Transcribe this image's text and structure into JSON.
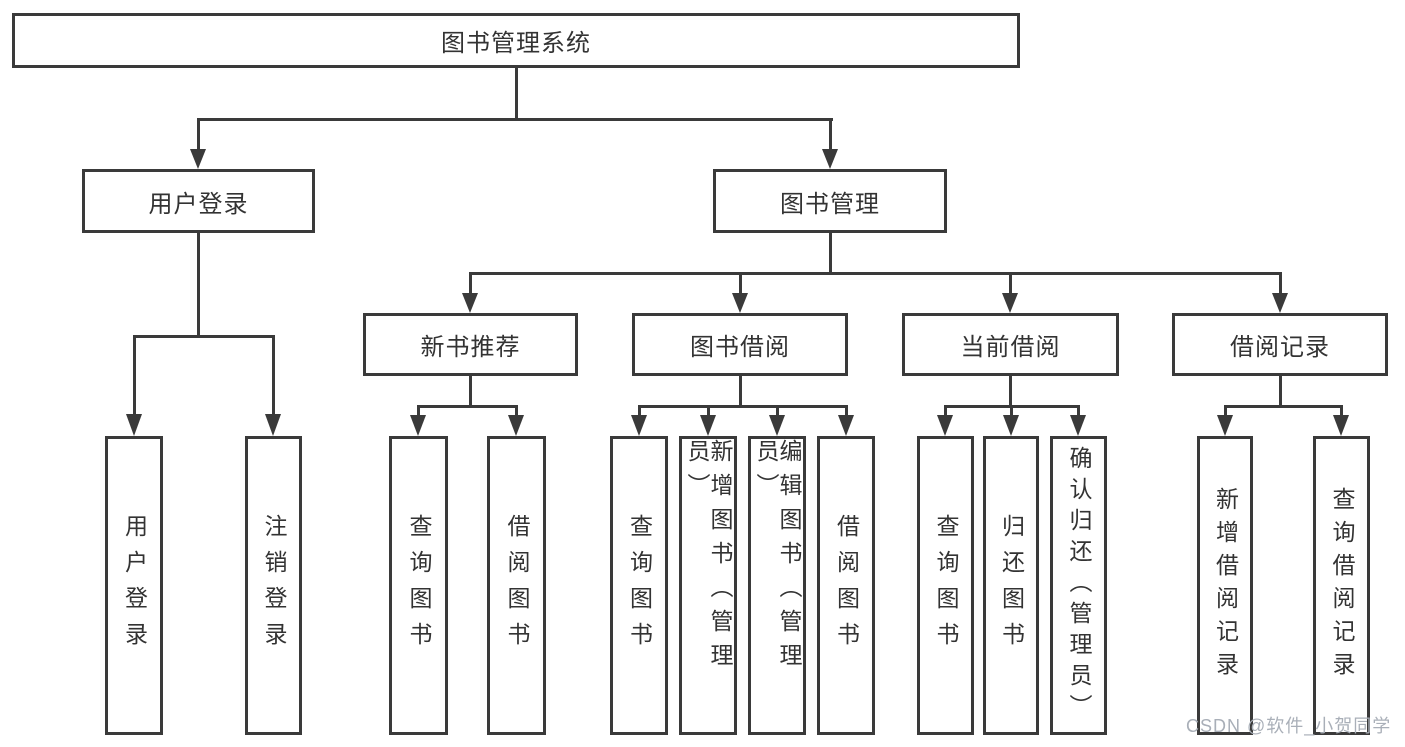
{
  "tree": {
    "root": "图书管理系统",
    "branches": [
      {
        "label": "用户登录",
        "children": [
          {
            "label": "用户登录"
          },
          {
            "label": "注销登录"
          }
        ]
      },
      {
        "label": "图书管理",
        "children": [
          {
            "label": "新书推荐",
            "children": [
              {
                "label": "查询图书"
              },
              {
                "label": "借阅图书"
              }
            ]
          },
          {
            "label": "图书借阅",
            "children": [
              {
                "label": "查询图书"
              },
              {
                "label": "新增图书（管理员）"
              },
              {
                "label": "编辑图书（管理员）"
              },
              {
                "label": "借阅图书"
              }
            ]
          },
          {
            "label": "当前借阅",
            "children": [
              {
                "label": "查询图书"
              },
              {
                "label": "归还图书"
              },
              {
                "label": "确认归还（管理员）"
              }
            ]
          },
          {
            "label": "借阅记录",
            "children": [
              {
                "label": "新增借阅记录"
              },
              {
                "label": "查询借阅记录"
              }
            ]
          }
        ]
      }
    ]
  },
  "watermark": "CSDN @软件_小贺同学",
  "colors": {
    "line": "#3a3a3a",
    "text": "#333333",
    "watermark": "#a9afb8",
    "background": "#ffffff"
  }
}
